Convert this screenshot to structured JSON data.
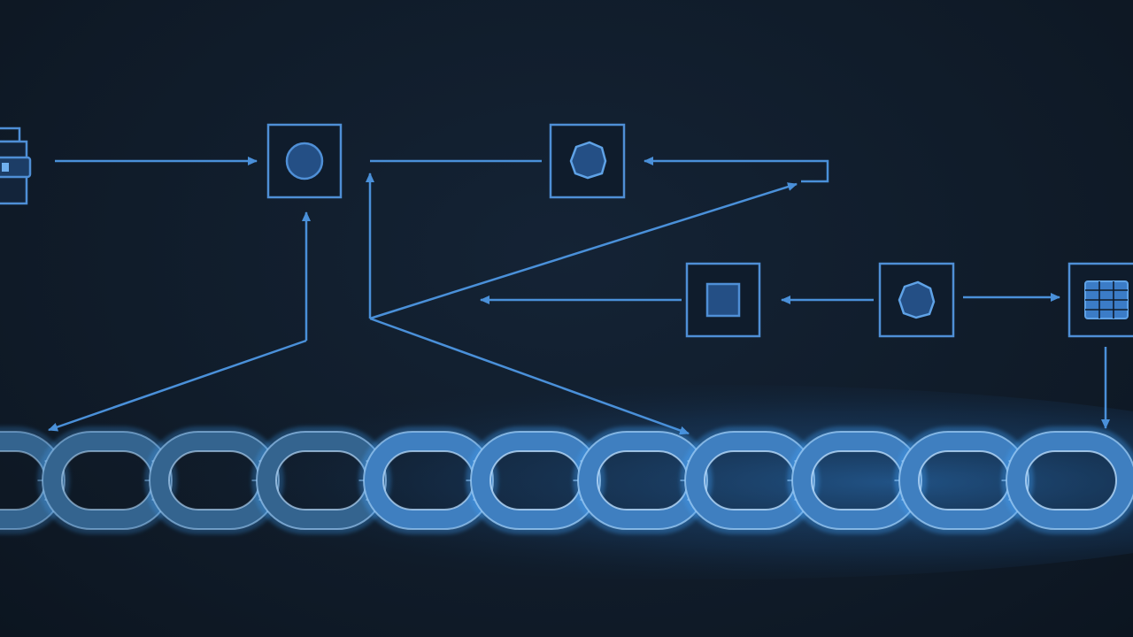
{
  "diagram": {
    "nodes": [
      {
        "id": "wallet",
        "icon": "wallet-icon"
      },
      {
        "id": "circle",
        "icon": "circle-icon"
      },
      {
        "id": "nugget-top",
        "icon": "nugget-icon"
      },
      {
        "id": "square",
        "icon": "square-icon"
      },
      {
        "id": "nugget-mid",
        "icon": "nugget-icon"
      },
      {
        "id": "grid",
        "icon": "grid-icon"
      }
    ],
    "chain": {
      "links": 11,
      "style": "glowing-blue"
    }
  },
  "colors": {
    "background": "#0f1a27",
    "line": "#4a90d9",
    "box_stroke": "#4f8fd6",
    "fill": "#244f85",
    "chain_glow": "#3d9bf0"
  }
}
